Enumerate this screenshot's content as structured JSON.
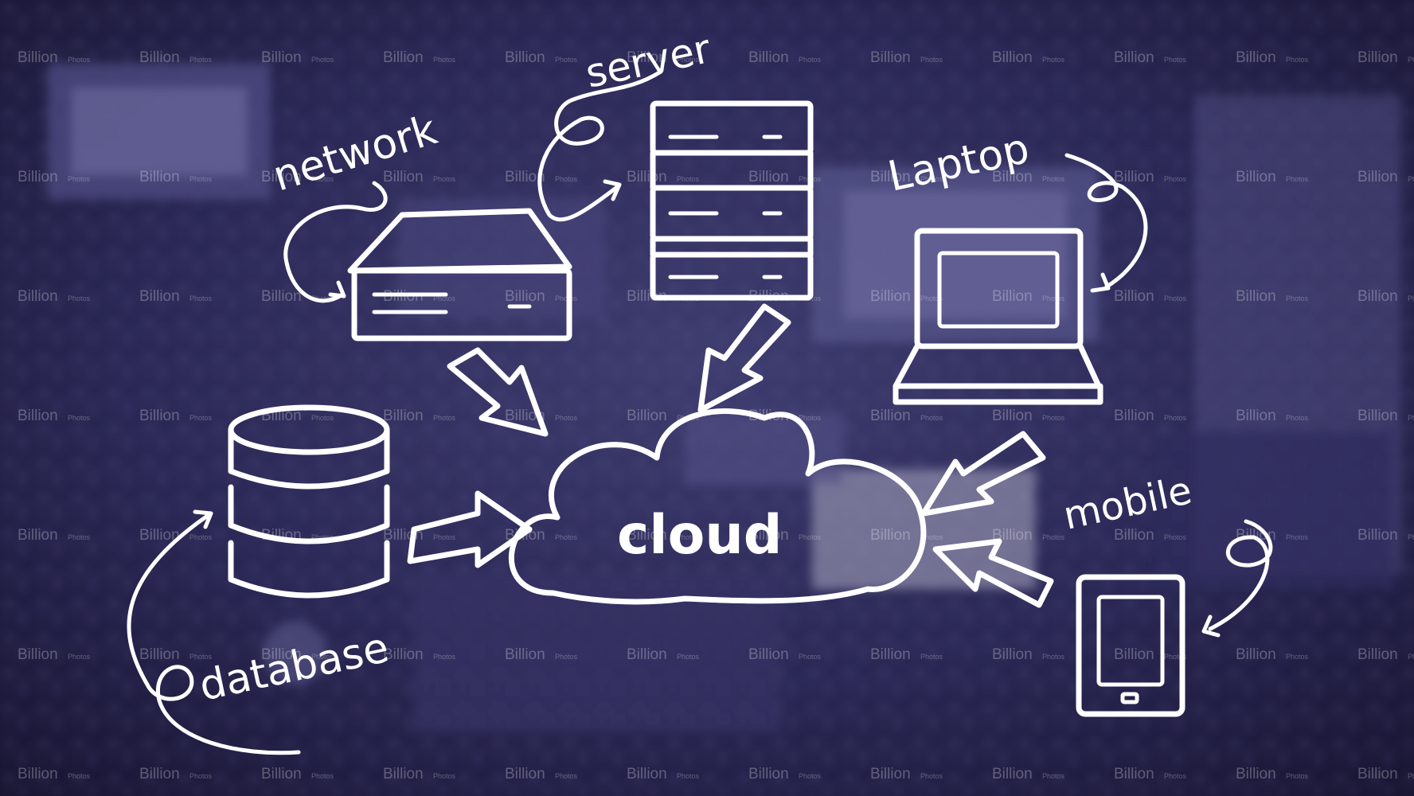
{
  "labels": {
    "network": "network",
    "server": "server",
    "laptop": "Laptop",
    "mobile": "mobile",
    "database": "database",
    "cloud": "cloud"
  },
  "watermark": {
    "brand": "Billion",
    "sub": "Photos"
  },
  "colors": {
    "background_dark": "#1c1a3b",
    "background_mid": "#3a3870",
    "ink": "#ffffff"
  }
}
